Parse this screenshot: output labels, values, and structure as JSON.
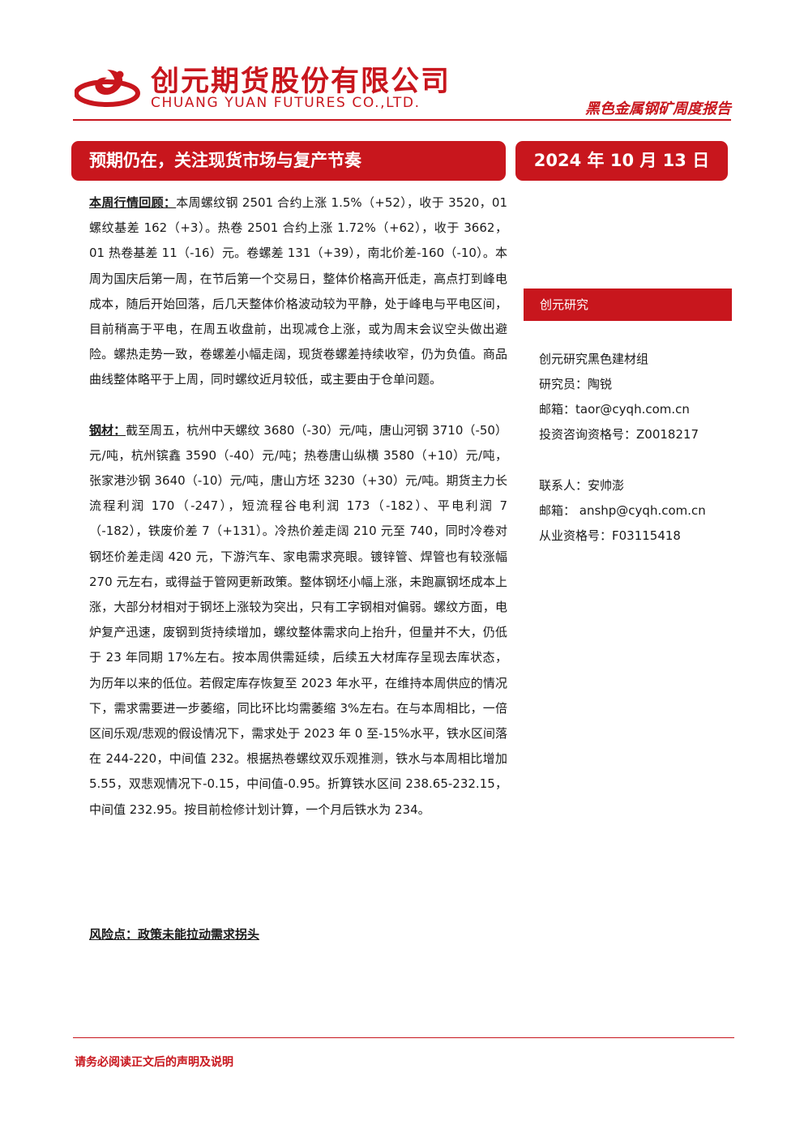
{
  "header": {
    "company_cn": "创元期货股份有限公司",
    "company_en": "CHUANG YUAN FUTURES CO.,LTD.",
    "report_type": "黑色金属钢矿周度报告",
    "brand_color": "#c8161d"
  },
  "title": "预期仍在，关注现货市场与复产节奏",
  "date": "2024 年 10 月 13 日",
  "sections": {
    "review": {
      "lead": "本周行情回顾：",
      "text": "本周螺纹钢 2501 合约上涨 1.5%（+52），收于 3520，01 螺纹基差 162（+3）。热卷 2501 合约上涨 1.72%（+62），收于 3662，01 热卷基差 11（-16）元。卷螺差 131（+39），南北价差-160（-10）。本周为国庆后第一周，在节后第一个交易日，整体价格高开低走，高点打到峰电成本，随后开始回落，后几天整体价格波动较为平静，处于峰电与平电区间，目前稍高于平电，在周五收盘前，出现减仓上涨，或为周末会议空头做出避险。螺热走势一致，卷螺差小幅走阔，现货卷螺差持续收窄，仍为负值。商品曲线整体略平于上周，同时螺纹近月较低，或主要由于仓单问题。"
    },
    "steel": {
      "lead": "钢材：",
      "text": "截至周五，杭州中天螺纹 3680（-30）元/吨，唐山河钢 3710（-50）元/吨，杭州镔鑫 3590（-40）元/吨；热卷唐山纵横 3580（+10）元/吨，张家港沙钢 3640（-10）元/吨，唐山方坯 3230（+30）元/吨。期货主力长流程利润 170（-247），短流程谷电利润 173（-182）、平电利润 7（-182），铁废价差 7（+131）。冷热价差走阔 210 元至 740，同时冷卷对钢坯价差走阔 420 元，下游汽车、家电需求亮眼。镀锌管、焊管也有较涨幅 270 元左右，或得益于管网更新政策。整体钢坯小幅上涨，未跑赢钢坯成本上涨，大部分材相对于钢坯上涨较为突出，只有工字钢相对偏弱。螺纹方面，电炉复产迅速，废钢到货持续增加，螺纹整体需求向上抬升，但量并不大，仍低于 23 年同期 17%左右。按本周供需延续，后续五大材库存呈现去库状态，为历年以来的低位。若假定库存恢复至 2023 年水平，在维持本周供应的情况下，需求需要进一步萎缩，同比环比均需萎缩 3%左右。在与本周相比，一倍区间乐观/悲观的假设情况下，需求处于 2023 年 0 至-15%水平，铁水区间落在 244-220，中间值 232。根据热卷螺纹双乐观推测，铁水与本周相比增加 5.55，双悲观情况下-0.15，中间值-0.95。折算铁水区间 238.65-232.15，中间值 232.95。按目前检修计划计算，一个月后铁水为 234。"
    },
    "risk": "风险点：政策未能拉动需求拐头"
  },
  "sidebar": {
    "heading": "创元研究",
    "team": "创元研究黑色建材组",
    "analyst": "研究员：陶锐",
    "analyst_email": "邮箱：taor@cyqh.com.cn",
    "analyst_license": "投资咨询资格号：Z0018217",
    "contact": "联系人：安帅澎",
    "contact_email": "邮箱： anshp@cyqh.com.cn",
    "contact_license": "从业资格号：F03115418"
  },
  "footer": {
    "note": "请务必阅读正文后的声明及说明"
  }
}
